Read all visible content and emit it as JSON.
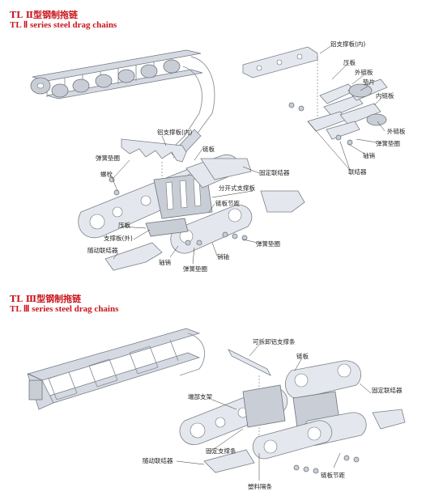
{
  "section_ii": {
    "title_cn": "TL Ⅱ型钢制拖链",
    "title_en": "TL Ⅱ series steel drag chains",
    "labels": {
      "al_bracket_inner_top": "铝支撑板(内)",
      "pressure_plate_top": "压板",
      "outer_link_top": "外链板",
      "gasket_top": "垫片",
      "inner_link_top": "内链板",
      "outer_link_right": "外链板",
      "spring_washer_right": "弹簧垫圈",
      "shaft_pin_right": "轴销",
      "connector_right": "联结器",
      "al_bracket_inner_main": "铝支撑板(内)",
      "spring_washer_main": "弹簧垫圈",
      "bolt": "螺栓",
      "link_plate": "链板",
      "fixed_connector": "固定联结器",
      "split_bracket": "分开式支撑板",
      "link_pitch": "链板节距",
      "pressure_plate_main": "压板",
      "bracket_outer": "支撑板(外)",
      "moving_connector": "随动联结器",
      "shaft_pin_main": "轴销",
      "pin_shaft": "销轴",
      "spring_washer_bottom1": "弹簧垫圈",
      "spring_washer_bottom2": "弹簧垫圈"
    }
  },
  "section_iii": {
    "title_cn": "TL Ⅲ型钢制拖链",
    "title_en": "TL Ⅲ series steel drag chains",
    "labels": {
      "removable_al_strip": "可拆卸铝支撑条",
      "link_plate": "链板",
      "end_bracket": "端部支架",
      "fixed_connector": "固定联结器",
      "moving_connector": "随动联结器",
      "fixed_support_strip": "固定支撑条",
      "plastic_divider": "塑料隔条",
      "link_pitch": "链板节距"
    }
  }
}
